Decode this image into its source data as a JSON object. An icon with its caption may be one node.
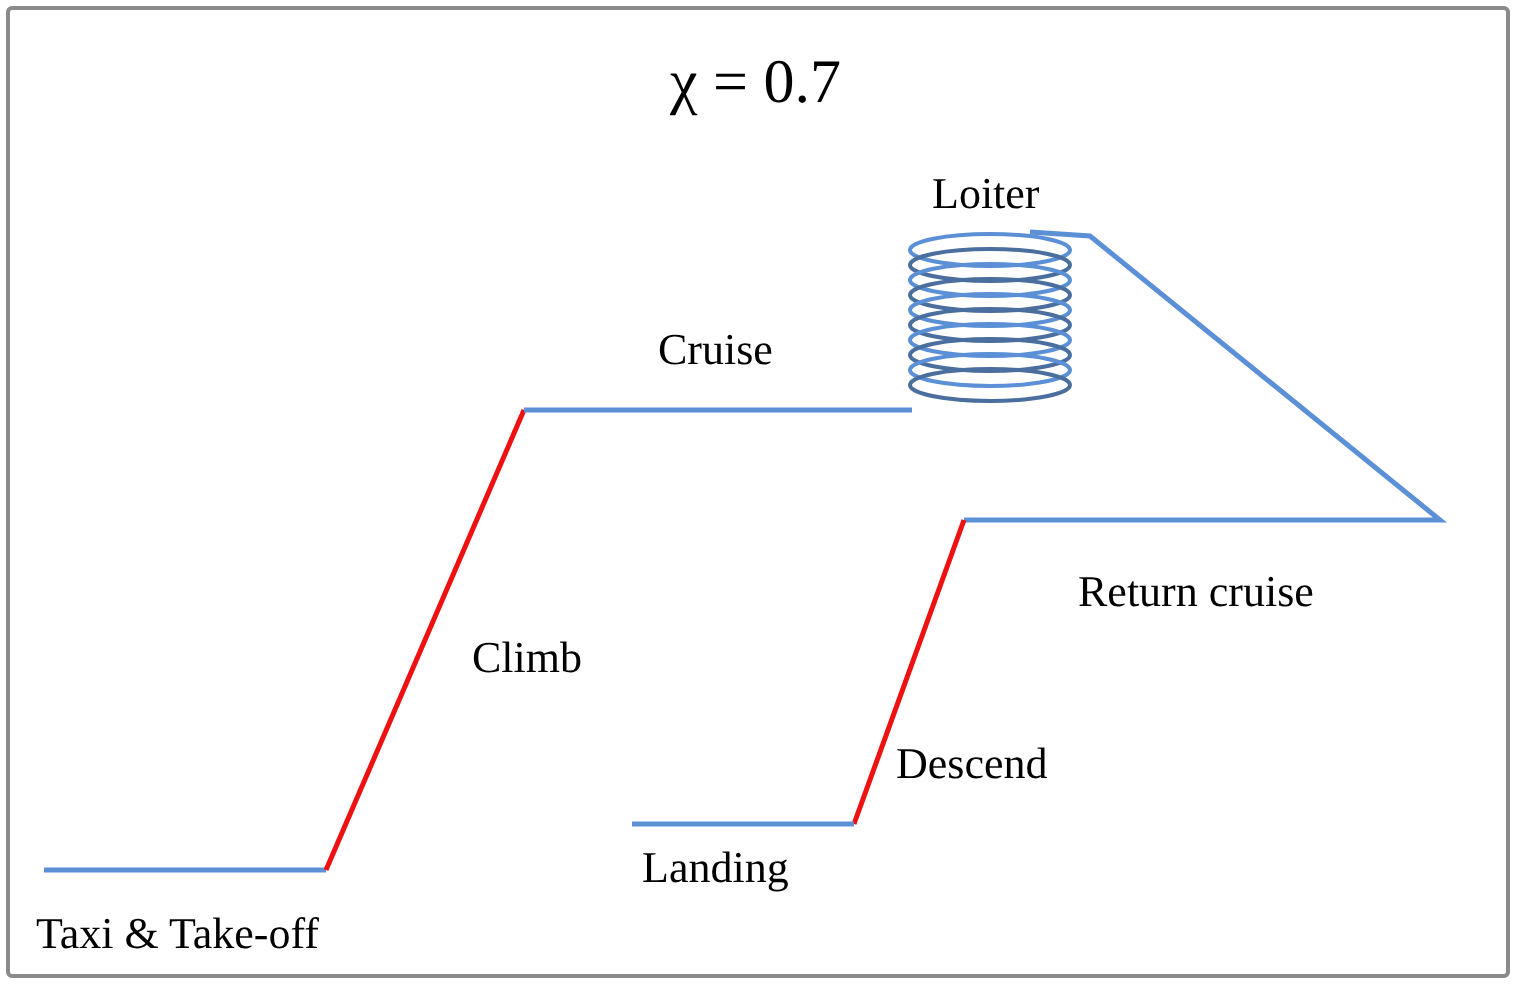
{
  "diagram": {
    "title": "χ = 0.7",
    "labels": [
      "Loiter",
      "Cruise",
      "Climb",
      "Return cruise",
      "Descend",
      "Landing",
      "Taxi & Take-off"
    ]
  }
}
